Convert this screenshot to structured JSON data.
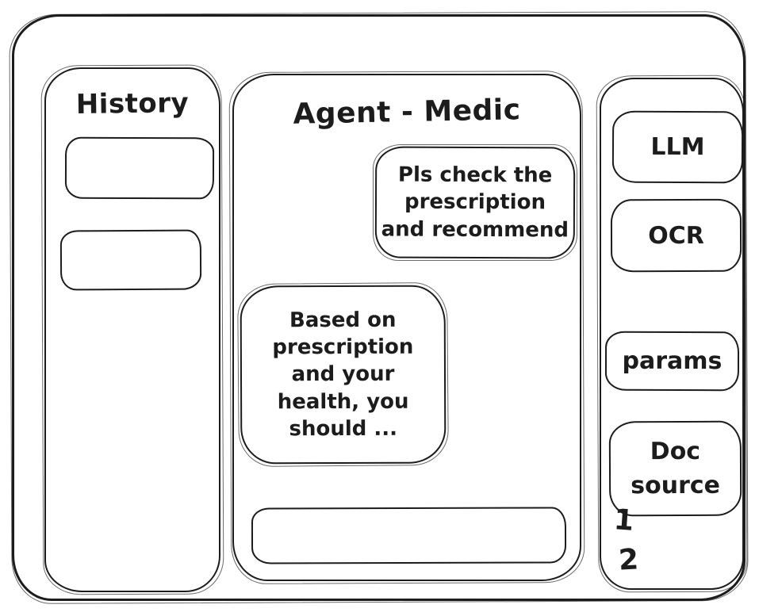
{
  "history_panel": {
    "title": "History",
    "items": [
      {
        "label": ""
      },
      {
        "label": ""
      }
    ]
  },
  "chat_panel": {
    "title": "Agent - Medic",
    "messages": [
      {
        "role": "user",
        "text": "Pls check the\nprescription\nand recommend"
      },
      {
        "role": "assistant",
        "text": "Based on\nprescription\nand your\nhealth, you\nshould ..."
      }
    ],
    "input": {
      "value": "",
      "placeholder": ""
    }
  },
  "tools_panel": {
    "items": [
      {
        "label": "LLM"
      },
      {
        "label": "OCR"
      },
      {
        "label": "params"
      },
      {
        "label": "Doc source"
      }
    ],
    "doc_source_notes": [
      "1",
      "2"
    ]
  },
  "colors": {
    "stroke": "#1c1c1c",
    "background": "#ffffff"
  }
}
